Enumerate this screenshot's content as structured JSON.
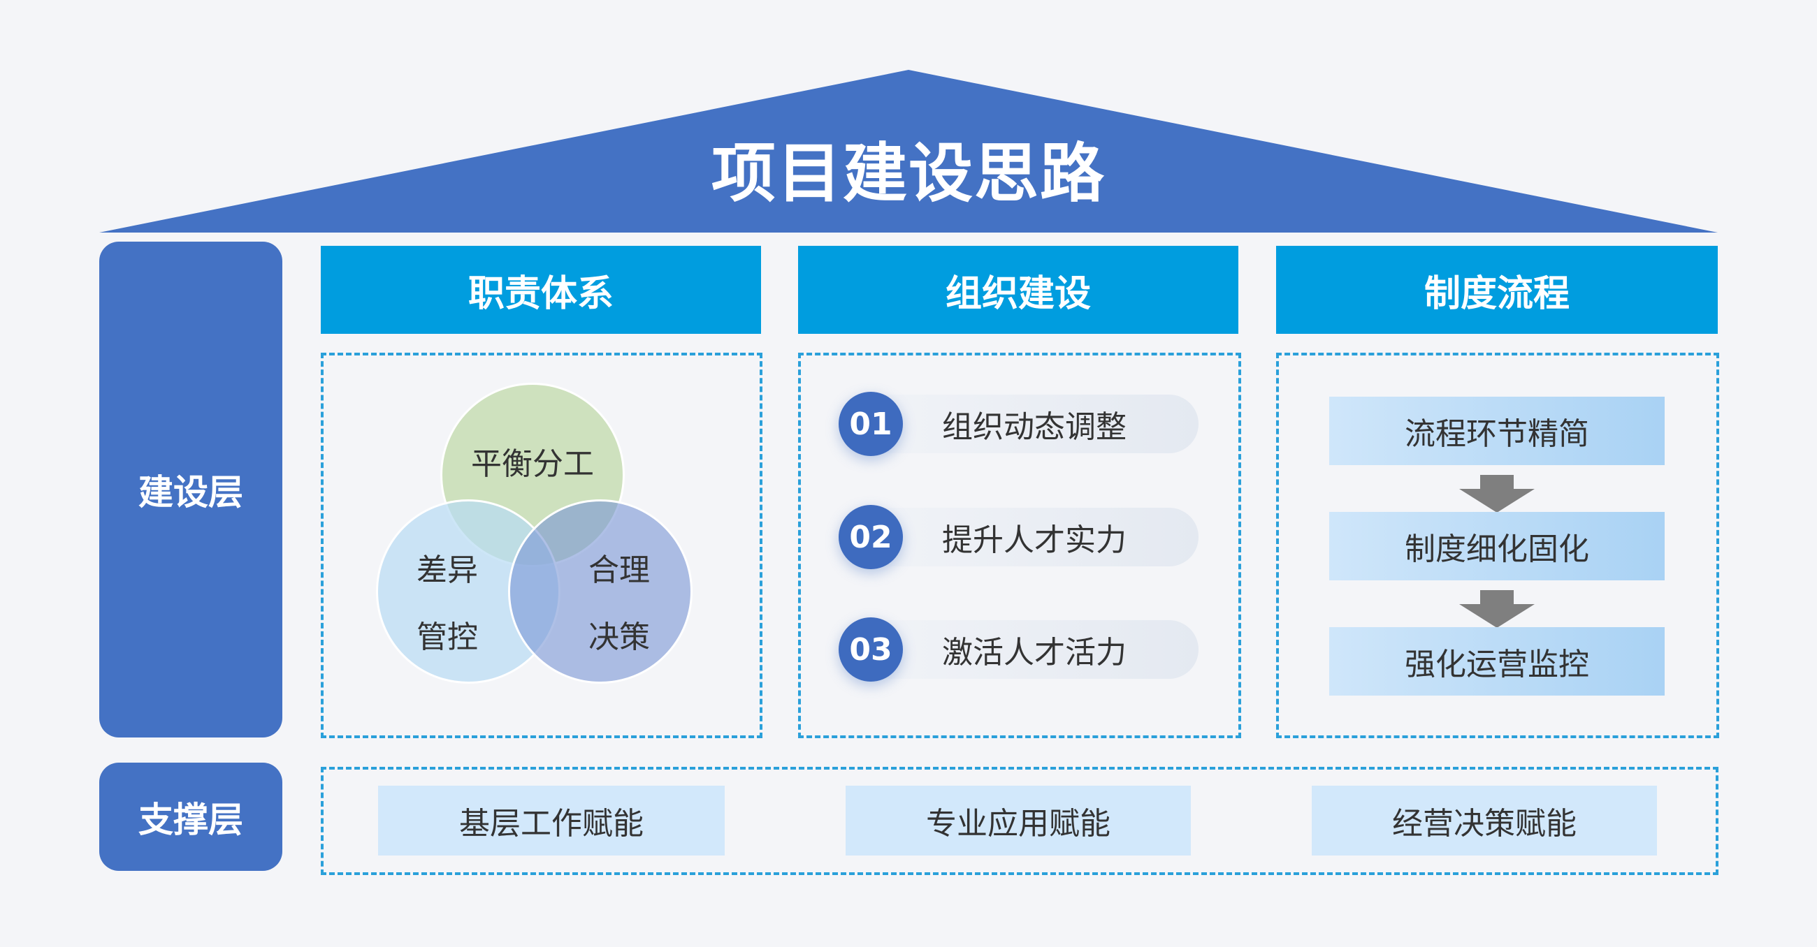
{
  "title": "项目建设思路",
  "layers": {
    "build": "建设层",
    "support": "支撑层"
  },
  "sections": [
    {
      "header": "职责体系",
      "venn": {
        "top": "平衡分工",
        "left_line1": "差异",
        "left_line2": "管控",
        "right_line1": "合理",
        "right_line2": "决策"
      }
    },
    {
      "header": "组织建设",
      "items": [
        {
          "num": "01",
          "text": "组织动态调整"
        },
        {
          "num": "02",
          "text": "提升人才实力"
        },
        {
          "num": "03",
          "text": "激活人才活力"
        }
      ]
    },
    {
      "header": "制度流程",
      "steps": [
        "流程环节精简",
        "制度细化固化",
        "强化运营监控"
      ]
    }
  ],
  "support_items": [
    "基层工作赋能",
    "专业应用赋能",
    "经营决策赋能"
  ],
  "colors": {
    "roof": "#4472c4",
    "header": "#009ddf",
    "dashed_border": "#2aa0da",
    "badge": "#3e6bbf"
  }
}
